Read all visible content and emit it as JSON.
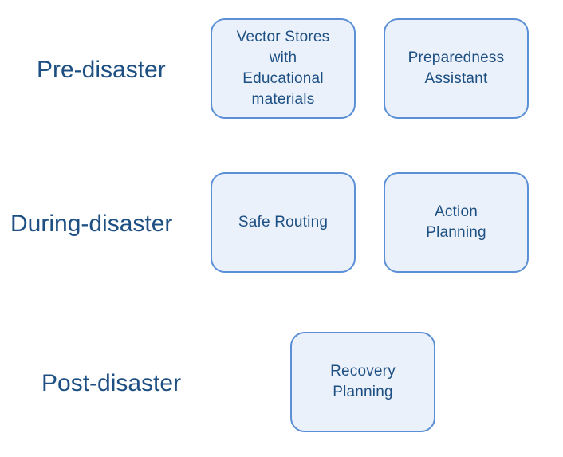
{
  "colors": {
    "label_text": "#1d4f82",
    "box_border": "#5b8fd6",
    "box_fill": "#eaf1fb",
    "background": "#ffffff"
  },
  "phases": [
    {
      "label": "Pre-disaster",
      "boxes": [
        "Vector Stores\nwith\nEducational\nmaterials",
        "Preparedness\nAssistant"
      ]
    },
    {
      "label": "During-disaster",
      "boxes": [
        "Safe Routing",
        "Action\nPlanning"
      ]
    },
    {
      "label": "Post-disaster",
      "boxes": [
        "Recovery\nPlanning"
      ]
    }
  ]
}
